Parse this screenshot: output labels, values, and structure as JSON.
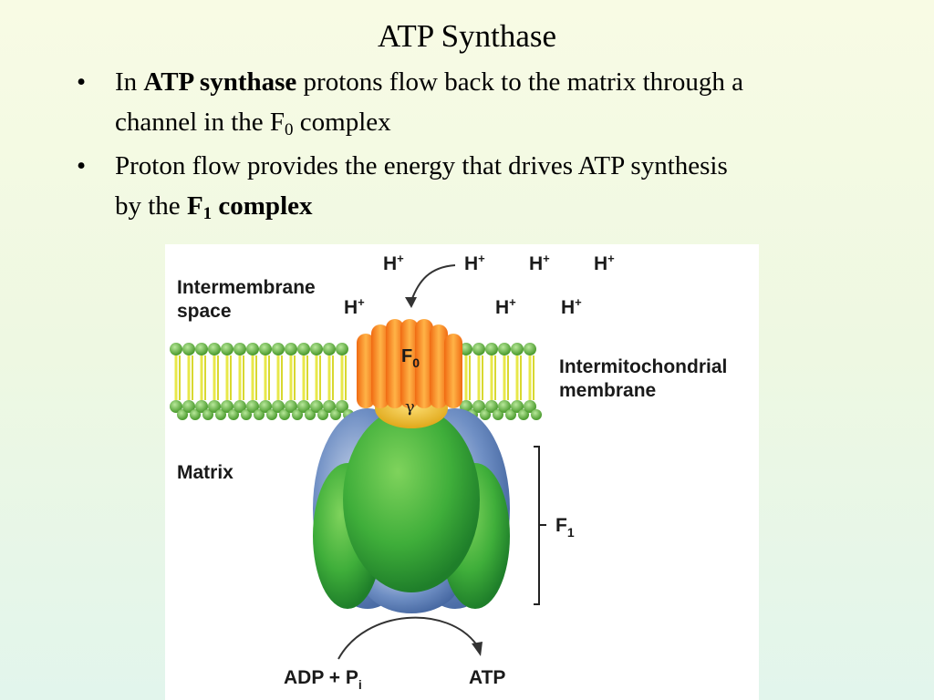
{
  "title": "ATP Synthase",
  "bullets": [
    {
      "marker": "•",
      "line1_a": "In ",
      "line1_bold": "ATP synthase",
      "line1_b": " protons flow back to the matrix through a",
      "line2_a": "channel in the F",
      "line2_sub": "0",
      "line2_b": " complex"
    },
    {
      "marker": "•",
      "line1_a": "Proton flow provides the energy that drives ATP synthesis",
      "line2_a": "by the ",
      "line2_bold": "F",
      "line2_bold_sub": "1",
      "line2_bold_b": " complex"
    }
  ],
  "figure": {
    "intermembrane_label_1": "Intermembrane",
    "intermembrane_label_2": "space",
    "membrane_label_1": "Intermitochondrial",
    "membrane_label_2": "membrane",
    "matrix_label": "Matrix",
    "proton": "H",
    "proton_charge": "+",
    "f0_label": "F",
    "f0_sub": "0",
    "gamma_label": "γ",
    "f1_label": "F",
    "f1_sub": "1",
    "adp_label": "ADP + P",
    "adp_sub": "i",
    "atp_label": "ATP",
    "colors": {
      "lipid_head": "#6fbf4a",
      "lipid_tail": "#e8e84a",
      "f0_orange": "#f7941d",
      "gamma_yellow": "#f2c230",
      "f1_green": "#3fae3a",
      "f1_blue": "#5b7fb8"
    }
  }
}
